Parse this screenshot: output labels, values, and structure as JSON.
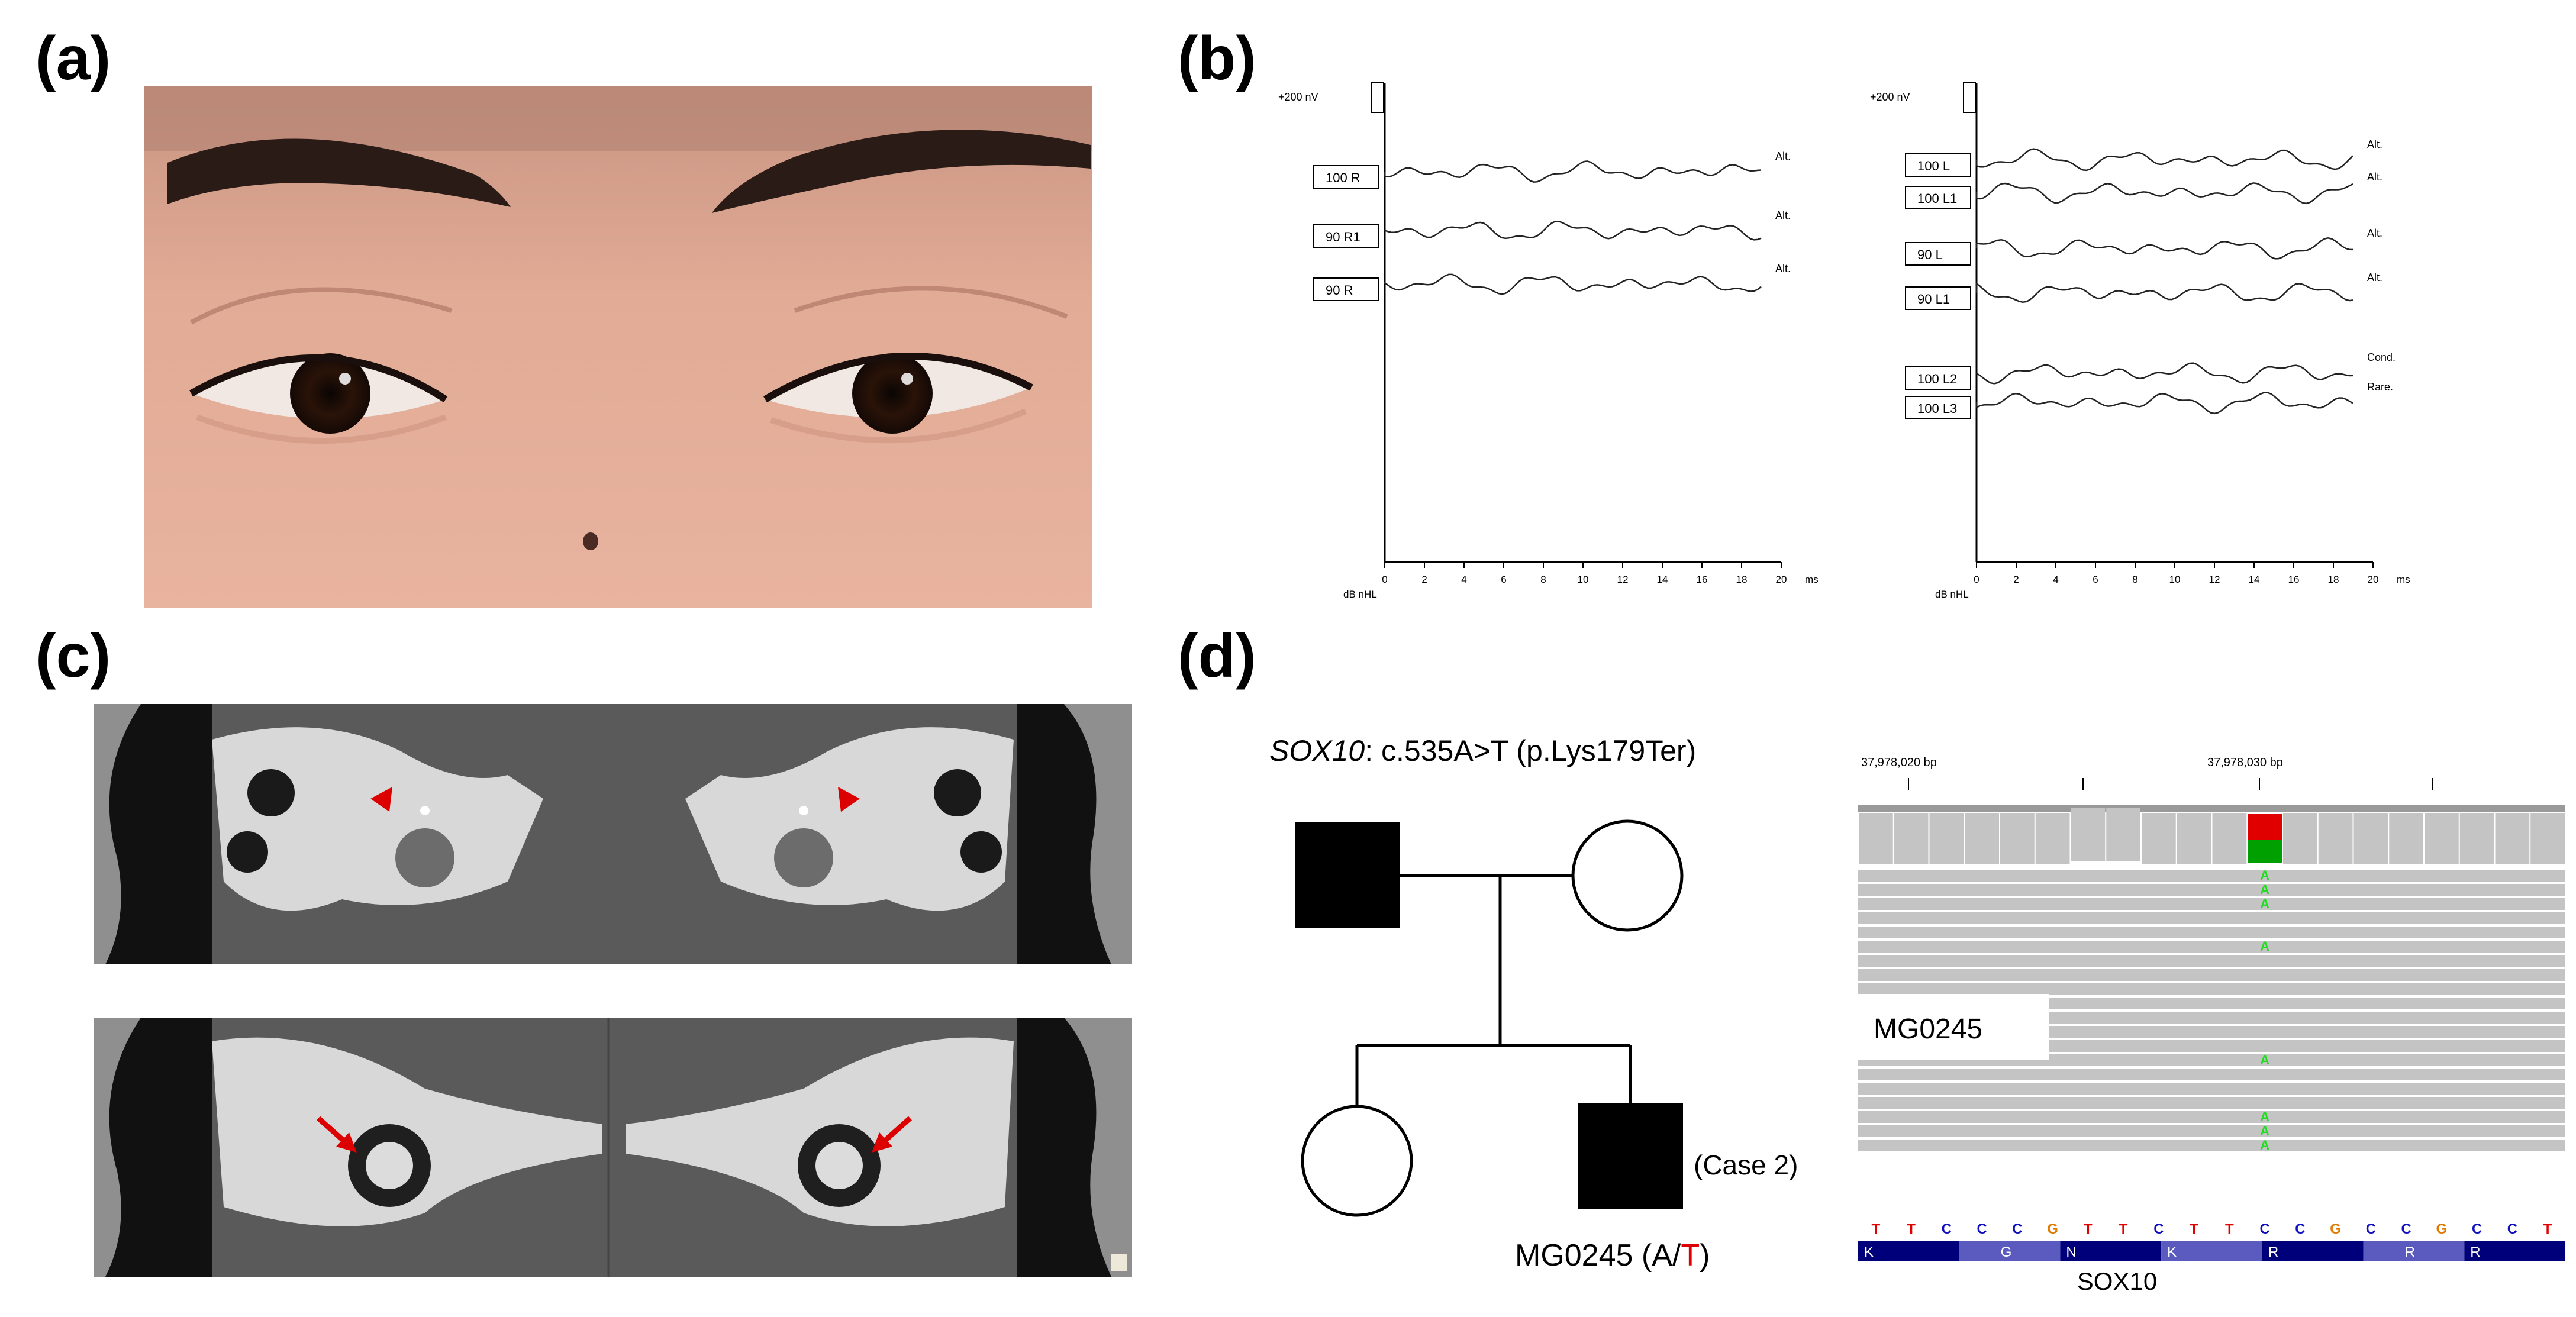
{
  "figure": {
    "panels": [
      {
        "label": "(a)"
      },
      {
        "label": "(b)"
      },
      {
        "label": "(c)"
      },
      {
        "label": "(d)"
      }
    ]
  },
  "abr": {
    "scale_label": "+200 nV",
    "x_unit_label": "dB nHL",
    "x_axis_unit": "ms",
    "x_ticks": [
      "0",
      "2",
      "4",
      "6",
      "8",
      "10",
      "12",
      "14",
      "16",
      "18",
      "20"
    ],
    "right_ear": {
      "traces": [
        {
          "label": "100 R",
          "mode": "Alt."
        },
        {
          "label": "90 R1",
          "mode": "Alt."
        },
        {
          "label": "90 R",
          "mode": "Alt."
        }
      ]
    },
    "left_ear": {
      "traces": [
        {
          "label": "100 L",
          "mode": "Alt."
        },
        {
          "label": "100 L1",
          "mode": "Alt."
        },
        {
          "label": "90 L",
          "mode": "Alt."
        },
        {
          "label": "90 L1",
          "mode": "Alt."
        },
        {
          "label": "100 L2",
          "mode": "Cond."
        },
        {
          "label": "100 L3",
          "mode": "Rare."
        }
      ]
    }
  },
  "genetics": {
    "gene": "SOX10",
    "variant": ": c.535A>T  (p.Lys179Ter)",
    "case_label": "(Case 2)",
    "proband_id": "MG0245 (A/",
    "proband_alt": "T",
    "proband_close": ")"
  },
  "igv": {
    "coord_left": "37,978,020 bp",
    "coord_right": "37,978,030 bp",
    "sample_label": "MG0245",
    "read_alt_base": "A",
    "reference": [
      "T",
      "T",
      "C",
      "C",
      "C",
      "G",
      "T",
      "T",
      "C",
      "T",
      "T",
      "C",
      "C",
      "G",
      "C",
      "C",
      "G",
      "C",
      "C",
      "T"
    ],
    "amino_acids": [
      "K",
      "G",
      "N",
      "K",
      "R",
      "R",
      "R"
    ],
    "gene_label": "SOX10",
    "colors": {
      "T": "#e00000",
      "C": "#1010c0",
      "G": "#e07b00",
      "A": "#22dd22",
      "reads": "#c4c4c4",
      "aa_dark": "#00007a",
      "aa_light": "#5a5abf"
    }
  }
}
